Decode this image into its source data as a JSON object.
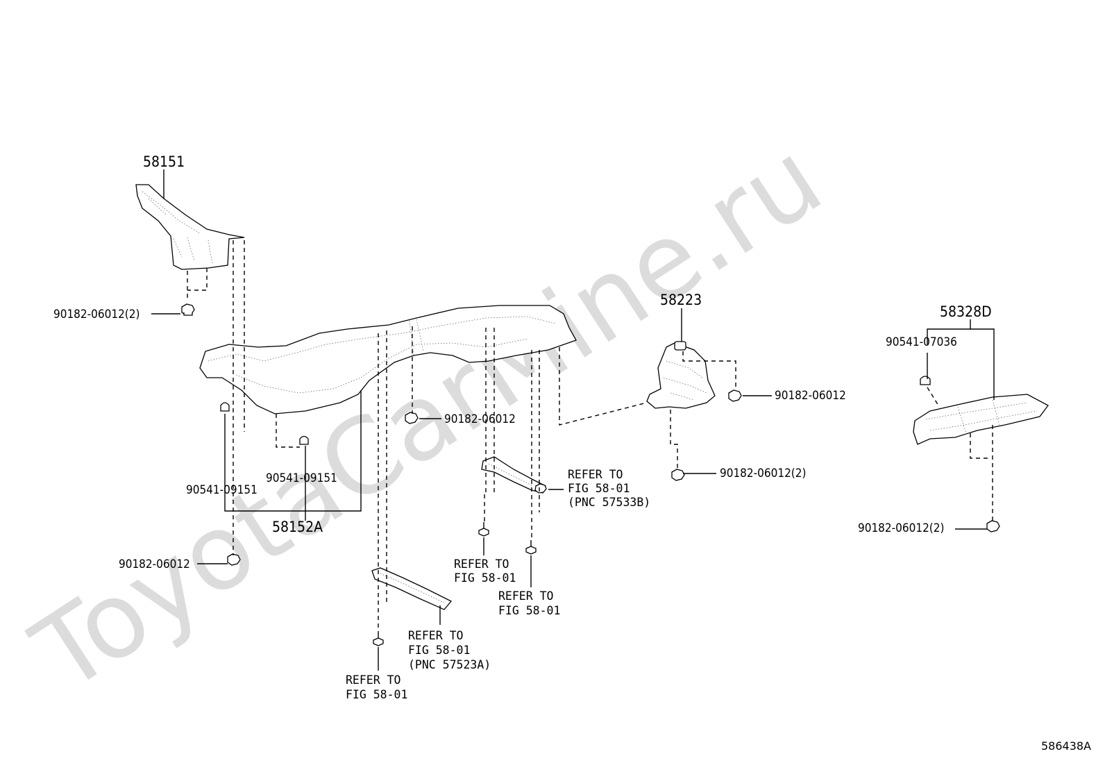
{
  "watermark": "ToyotaCarMine.ru",
  "figure_code": "586438A",
  "callouts": {
    "p58151": "58151",
    "p58152a": "58152A",
    "p58223": "58223",
    "p58328d": "58328D",
    "c1": "90182-06012(2)",
    "c2": "90541-09151",
    "c3": "90541-09151",
    "c4": "90182-06012",
    "c5": "90182-06012",
    "c6": "90182-06012",
    "c7": "90182-06012(2)",
    "c8": "90541-07036",
    "c9": "90182-06012(2)"
  },
  "refs": {
    "r1": [
      "REFER TO",
      "FIG 58-01",
      "(PNC 57533B)"
    ],
    "r2": [
      "REFER TO",
      "FIG 58-01"
    ],
    "r3": [
      "REFER TO",
      "FIG 58-01"
    ],
    "r4": [
      "REFER TO",
      "FIG 58-01",
      "(PNC 57523A)"
    ],
    "r5": [
      "REFER TO",
      "FIG 58-01"
    ]
  }
}
